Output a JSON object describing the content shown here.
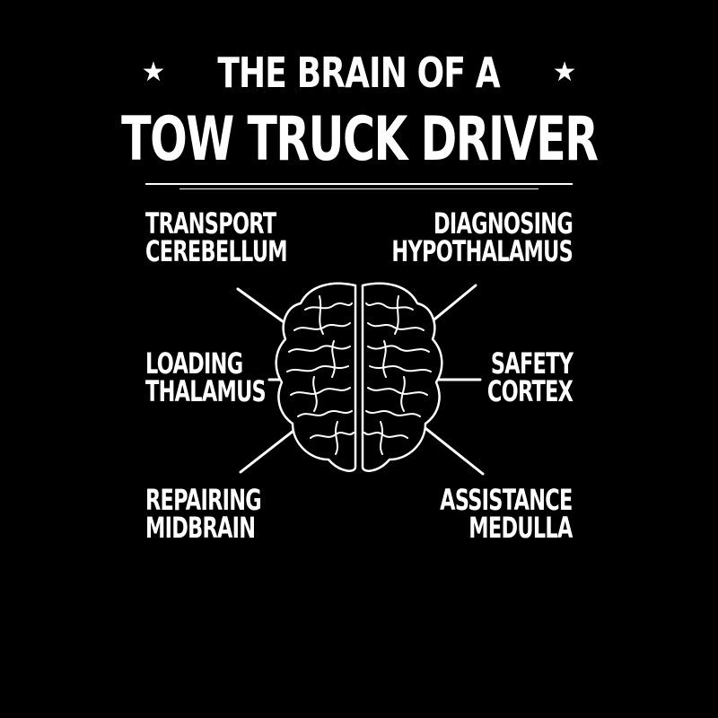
{
  "title": {
    "line1": "THE BRAIN OF A",
    "line2": "TOW TRUCK DRIVER",
    "star_icon": "★"
  },
  "labels": {
    "top_left": [
      "TRANSPORT",
      "CEREBELLUM"
    ],
    "top_right": [
      "DIAGNOSING",
      "HYPOTHALAMUS"
    ],
    "mid_left": [
      "LOADING",
      "THALAMUS"
    ],
    "mid_right": [
      "SAFETY",
      "CORTEX"
    ],
    "bottom_left": [
      "REPAIRING",
      "MIDBRAIN"
    ],
    "bottom_right": [
      "ASSISTANCE",
      "MEDULLA"
    ]
  },
  "colors": {
    "background": "#000000",
    "foreground": "#ffffff"
  },
  "icons": {
    "brain": "brain-icon"
  }
}
